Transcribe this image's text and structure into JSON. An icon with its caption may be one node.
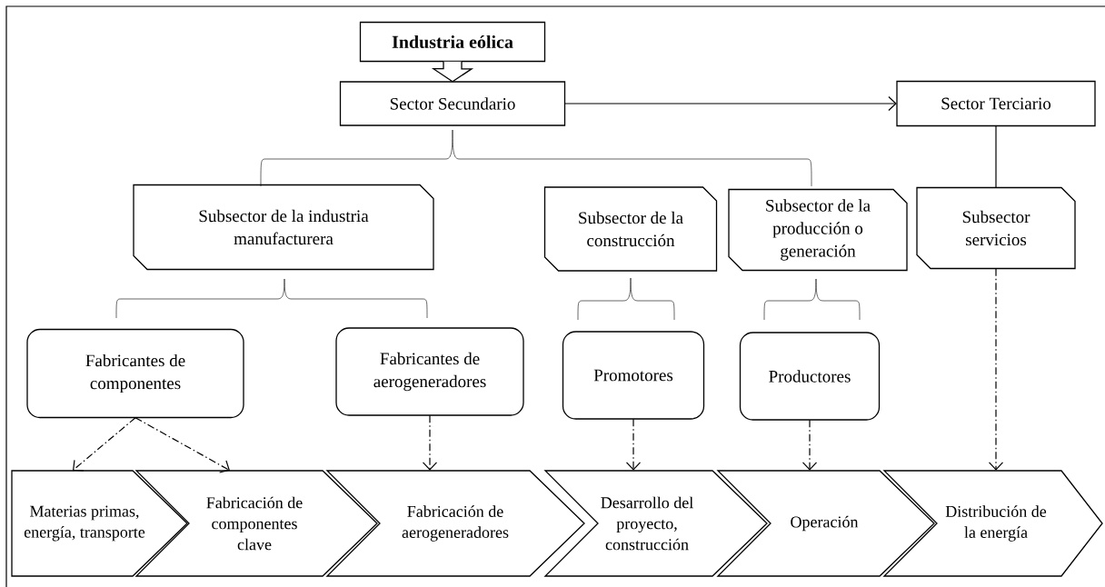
{
  "diagram": {
    "nodes": [
      {
        "text": [
          "Industria eólica"
        ]
      },
      {
        "text": [
          "Sector Secundario"
        ]
      },
      {
        "text": [
          "Sector Terciario"
        ]
      },
      {
        "text": [
          "Subsector de la industria manufacturera"
        ]
      },
      {
        "text": [
          "Subsector de la construcción"
        ]
      },
      {
        "text": [
          "Subsector de la producción o generación"
        ]
      },
      {
        "text": [
          "Subsector servicios"
        ]
      },
      {
        "text": [
          "Fabricantes de componentes"
        ]
      },
      {
        "text": [
          "Fabricantes de aerogeneradores"
        ]
      },
      {
        "text": [
          "Promotores"
        ]
      },
      {
        "text": [
          "Productores"
        ]
      },
      {
        "text": [
          "Materias primas, energía, transporte"
        ]
      },
      {
        "text": [
          "Fabricación de componentes clave"
        ]
      },
      {
        "text": [
          "Fabricación de aerogeneradores"
        ]
      },
      {
        "text": [
          "Desarrollo del proyecto, construcción"
        ]
      },
      {
        "text": [
          "Operación"
        ]
      },
      {
        "text": [
          "Distribución de la energía"
        ]
      }
    ],
    "edges": [
      {
        "from": 0,
        "to": 1,
        "arrow": "to"
      },
      {
        "from": 1,
        "to": 2,
        "arrow": "to"
      },
      {
        "from": 2,
        "to": 6,
        "arrow": "none"
      },
      {
        "from": 7,
        "to": 11,
        "arrow": "to",
        "style": "dashed"
      },
      {
        "from": 7,
        "to": 12,
        "arrow": "to",
        "style": "dashed"
      },
      {
        "from": 8,
        "to": 13,
        "arrow": "to",
        "style": "dashed"
      },
      {
        "from": 9,
        "to": 14,
        "arrow": "to",
        "style": "dashed"
      },
      {
        "from": 10,
        "to": 15,
        "arrow": "to",
        "style": "dashed"
      },
      {
        "from": 6,
        "to": 16,
        "arrow": "to",
        "style": "dashed"
      }
    ]
  }
}
